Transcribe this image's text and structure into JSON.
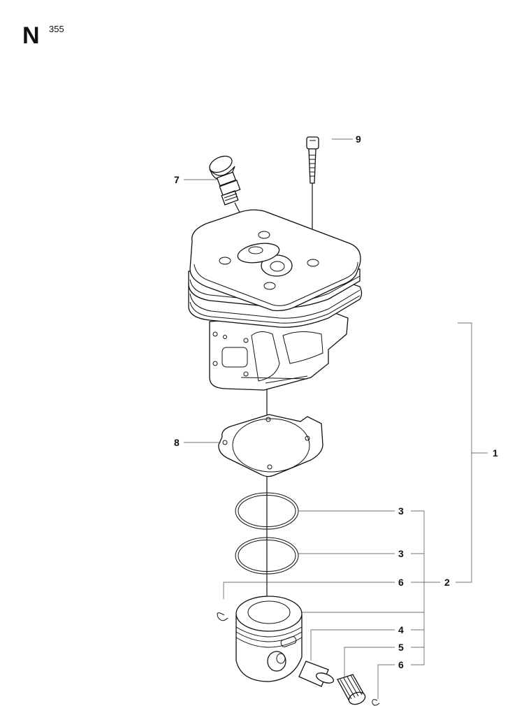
{
  "header": {
    "section_letter": "N",
    "page_number": "355"
  },
  "callouts": {
    "c1": "1",
    "c2": "2",
    "c3a": "3",
    "c3b": "3",
    "c4": "4",
    "c5": "5",
    "c6a": "6",
    "c6b": "6",
    "c7": "7",
    "c8": "8",
    "c9": "9"
  }
}
